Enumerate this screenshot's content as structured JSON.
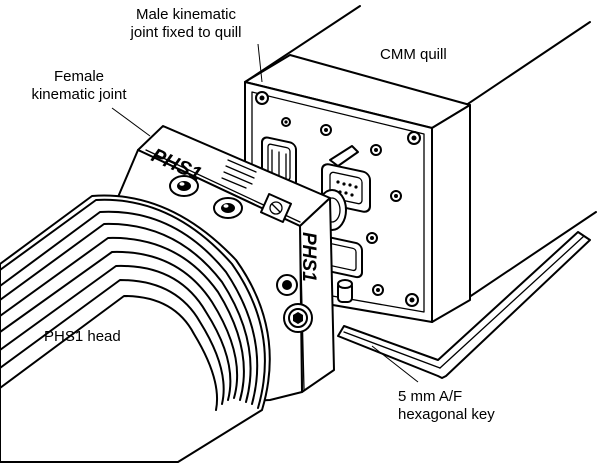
{
  "labels": {
    "male_joint": [
      "Male kinematic",
      "joint fixed to quill"
    ],
    "cmm_quill": "CMM quill",
    "female_joint": [
      "Female",
      "kinematic joint"
    ],
    "phs1_head": "PHS1 head",
    "hex_key": [
      "5 mm A/F",
      "hexagonal key"
    ]
  },
  "markings": {
    "brand_top": "PHS1",
    "brand_side": "PHS1"
  }
}
